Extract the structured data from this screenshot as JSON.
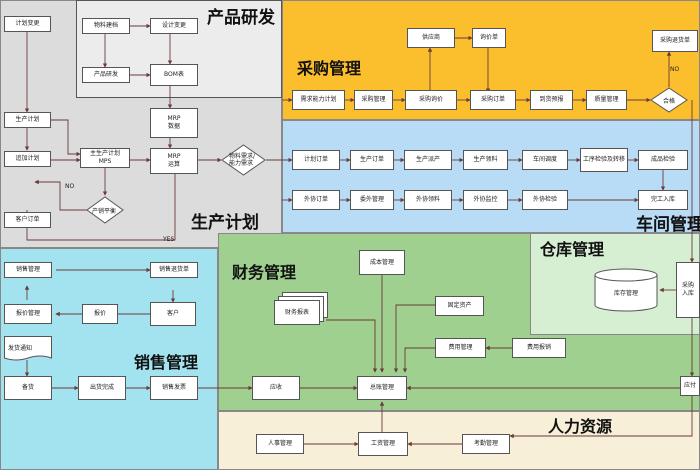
{
  "regions": {
    "product_rd": "产品研发",
    "purchasing": "采购管理",
    "production": "生产计划",
    "workshop": "车间管理",
    "warehouse": "仓库管理",
    "finance": "财务管理",
    "sales": "销售管理",
    "hr": "人力资源"
  },
  "nodes": {
    "plan_change": "计划变更",
    "material_build": "物料建档",
    "design_change": "设计变更",
    "product_rd_box": "产品研发",
    "bom": "BOM表",
    "mrp_data": "MRP\n数据",
    "mrp_calc": "MRP\n运算",
    "prod_plan": "生产计划",
    "add_plan": "追加计划",
    "master_plan": "主生产计划\nMPS",
    "capacity_balance": "产销平衡",
    "customer_order": "客户订单",
    "supplier": "供应商",
    "inquiry_sheet": "询价单",
    "req_capacity_plan": "需求能力计划",
    "purchase_mgmt": "采购管理",
    "purchase_inquiry": "采购询价",
    "purchase_order": "采购订单",
    "arrival_forecast": "到货预报",
    "quality_mgmt": "质量管理",
    "qualified": "合格",
    "purchase_return": "采购退货单",
    "material_req": "物料需求/\n能力需求",
    "plan_order": "计划订单",
    "prod_order": "生产订单",
    "prod_dispatch": "生产派产",
    "prod_material": "生产领料",
    "shop_schedule": "车间调度",
    "process_check": "工序检验及转移",
    "product_check": "成品检验",
    "outsource_order": "外协订单",
    "outsource_mgmt": "委外管理",
    "outsource_material": "外协领料",
    "outsource_supervise": "外协监控",
    "outsource_check": "外协检验",
    "finish_stock": "完工入库",
    "inventory_mgmt": "库存管理",
    "purchase_in": "采购\n入库",
    "sales_out": "应付",
    "sales_mgmt": "销售管理",
    "sales_return": "销售退货单",
    "quote_mgmt": "报价管理",
    "quotation": "报价",
    "customer": "客户",
    "ship_notice": "发货通知",
    "stock_prep": "备货",
    "ship_done": "出货完成",
    "sales_invoice": "销售发票",
    "cost_mgmt": "成本管理",
    "fin_report": "财务报表",
    "fixed_assets": "固定资产",
    "expense_mgmt": "费用管理",
    "expense_claim": "费用报销",
    "receivable": "应收",
    "general_ledger": "总账管理",
    "personnel": "人事管理",
    "salary": "工资管理",
    "attendance": "考勤管理"
  },
  "labels": {
    "no1": "NO",
    "no2": "NO",
    "yes1": "YES"
  },
  "colors": {
    "product_rd": "#ececec",
    "purchasing": "#fbbf2d",
    "production": "#dcdcdc",
    "workshop": "#b9dcf6",
    "warehouse": "#d6eed2",
    "finance": "#9fd08f",
    "sales": "#a3e3ef",
    "hr": "#f7efd8",
    "line": "#6b3a3a"
  }
}
